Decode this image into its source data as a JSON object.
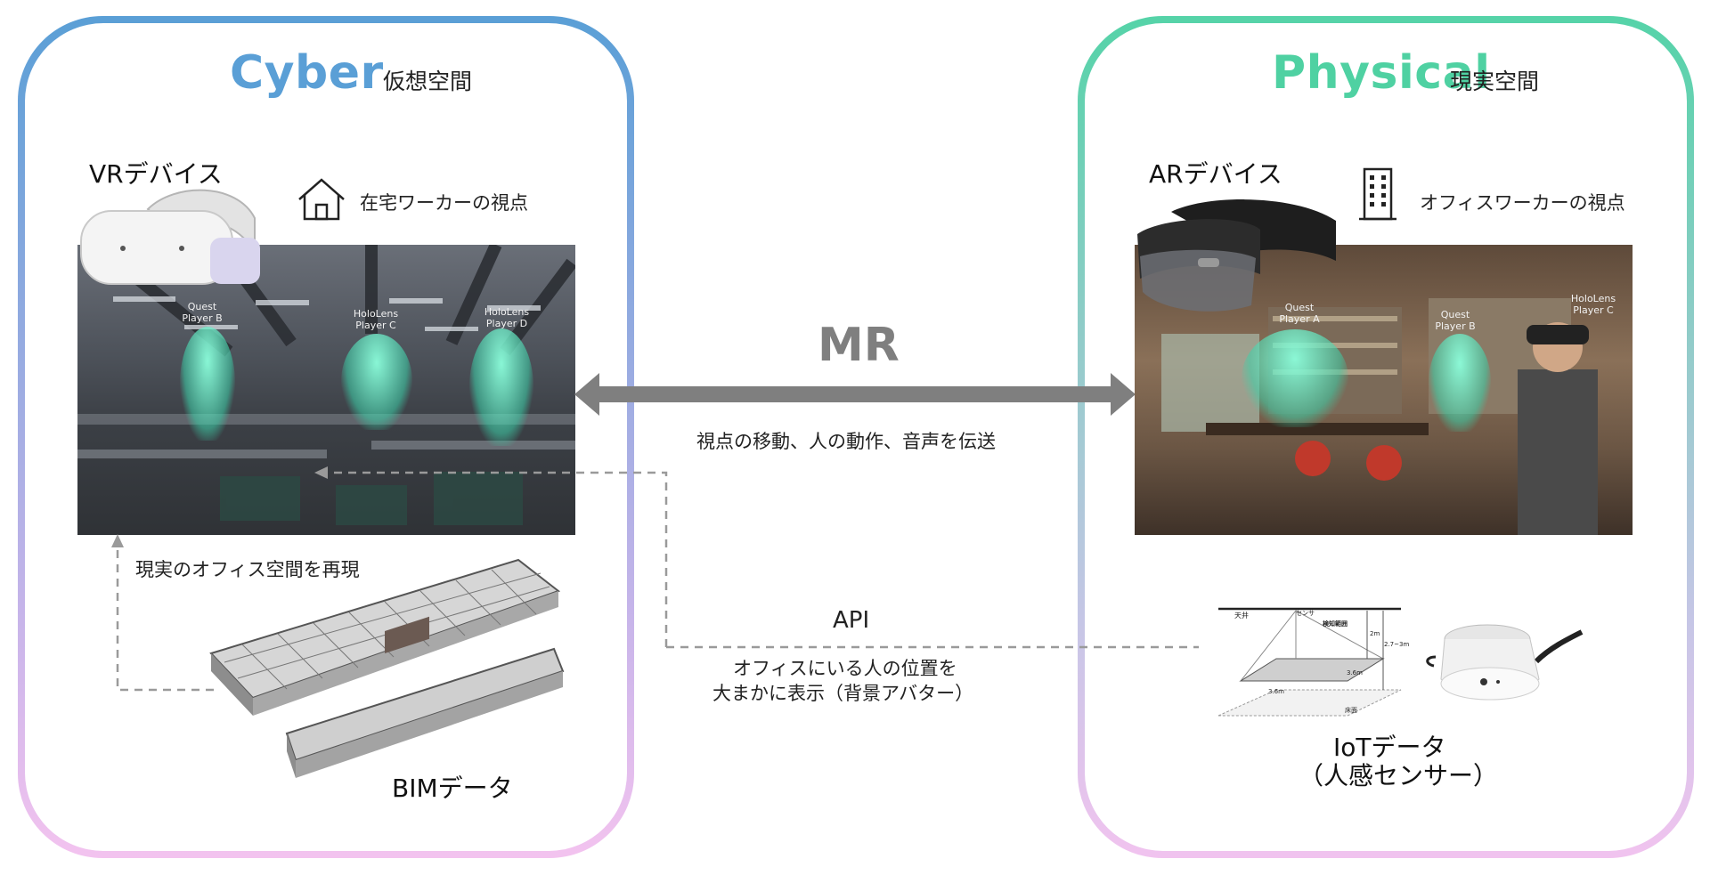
{
  "cyber": {
    "title": "Cyber",
    "subtitle": "仮想空間",
    "title_color": "#5a9fd6",
    "device_label": "VRデバイス",
    "viewpoint_label": "在宅ワーカーの視点",
    "viewpoint_icon": "house-icon",
    "players": [
      {
        "line1": "Quest",
        "line2": "Player B"
      },
      {
        "line1": "HoloLens",
        "line2": "Player C"
      },
      {
        "line1": "HoloLens",
        "line2": "Player D"
      }
    ],
    "reproduce_label": "現実のオフィス空間を再現",
    "bim_label": "BIMデータ"
  },
  "physical": {
    "title": "Physical",
    "subtitle": "現実空間",
    "title_color": "#4fd1a2",
    "device_label": "ARデバイス",
    "viewpoint_label": "オフィスワーカーの視点",
    "viewpoint_icon": "office-building-icon",
    "players": [
      {
        "line1": "Quest",
        "line2": "Player A"
      },
      {
        "line1": "Quest",
        "line2": "Player B"
      },
      {
        "line1": "HoloLens",
        "line2": "Player C"
      }
    ],
    "iot_label_1": "IoTデータ",
    "iot_label_2": "（人感センサー）",
    "sensor_diagram": {
      "ceiling": "天井",
      "sensor": "センサ",
      "detection_range": "検知範囲",
      "height_2m": "2m",
      "height_range": "2.7~3m",
      "width_a": "3.6m",
      "width_b": "3.6m",
      "floor": "床面"
    }
  },
  "center": {
    "mr_label": "MR",
    "mr_caption": "視点の移動、人の動作、音声を伝送",
    "api_label": "API",
    "api_caption_1": "オフィスにいる人の位置を",
    "api_caption_2": "大まかに表示（背景アバター）",
    "arrow_color": "#7f7f7f"
  }
}
